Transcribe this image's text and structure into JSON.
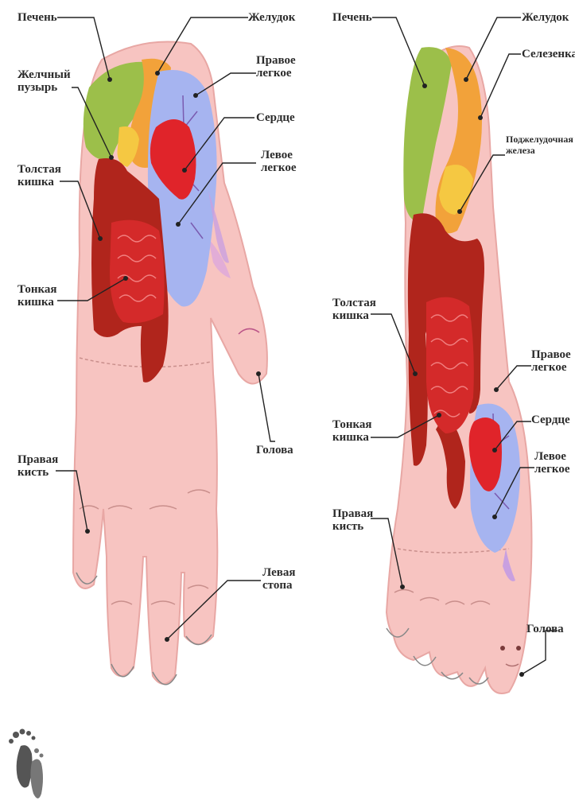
{
  "left_hand": {
    "labels": {
      "liver": "Печень",
      "stomach": "Желудок",
      "gallbladder_1": "Желчный",
      "gallbladder_2": "пузырь",
      "right_lung_1": "Правое",
      "right_lung_2": "легкое",
      "heart": "Сердце",
      "colon_1": "Толстая",
      "colon_2": "кишка",
      "left_lung_1": "Левое",
      "left_lung_2": "легкое",
      "small_intestine_1": "Тонкая",
      "small_intestine_2": "кишка",
      "head": "Голова",
      "right_hand_1": "Правая",
      "right_hand_2": "кисть",
      "left_foot_1": "Левая",
      "left_foot_2": "стопа"
    }
  },
  "right_hand": {
    "labels": {
      "liver": "Печень",
      "stomach": "Желудок",
      "spleen": "Селезенка",
      "pancreas_1": "Поджелудочная",
      "pancreas_2": "железа",
      "colon_1": "Толстая",
      "colon_2": "кишка",
      "right_lung_1": "Правое",
      "right_lung_2": "легкое",
      "small_intestine_1": "Тонкая",
      "small_intestine_2": "кишка",
      "heart": "Сердце",
      "left_lung_1": "Левое",
      "left_lung_2": "легкое",
      "right_hand_1": "Правая",
      "right_hand_2": "кисть",
      "head": "Голова"
    }
  },
  "colors": {
    "skin": "#f7c4c1",
    "skin_edge": "#e8a7a4",
    "liver": "#9cbf4a",
    "stomach": "#f2a23a",
    "gallbladder": "#f5c842",
    "lung": "#a6b4f0",
    "heart": "#e0242a",
    "colon": "#b0251c",
    "small_intestine": "#d42a2a",
    "head_tint": "#d9a4e0",
    "line": "#222222"
  },
  "logo": {
    "icon": "footprints-icon"
  }
}
